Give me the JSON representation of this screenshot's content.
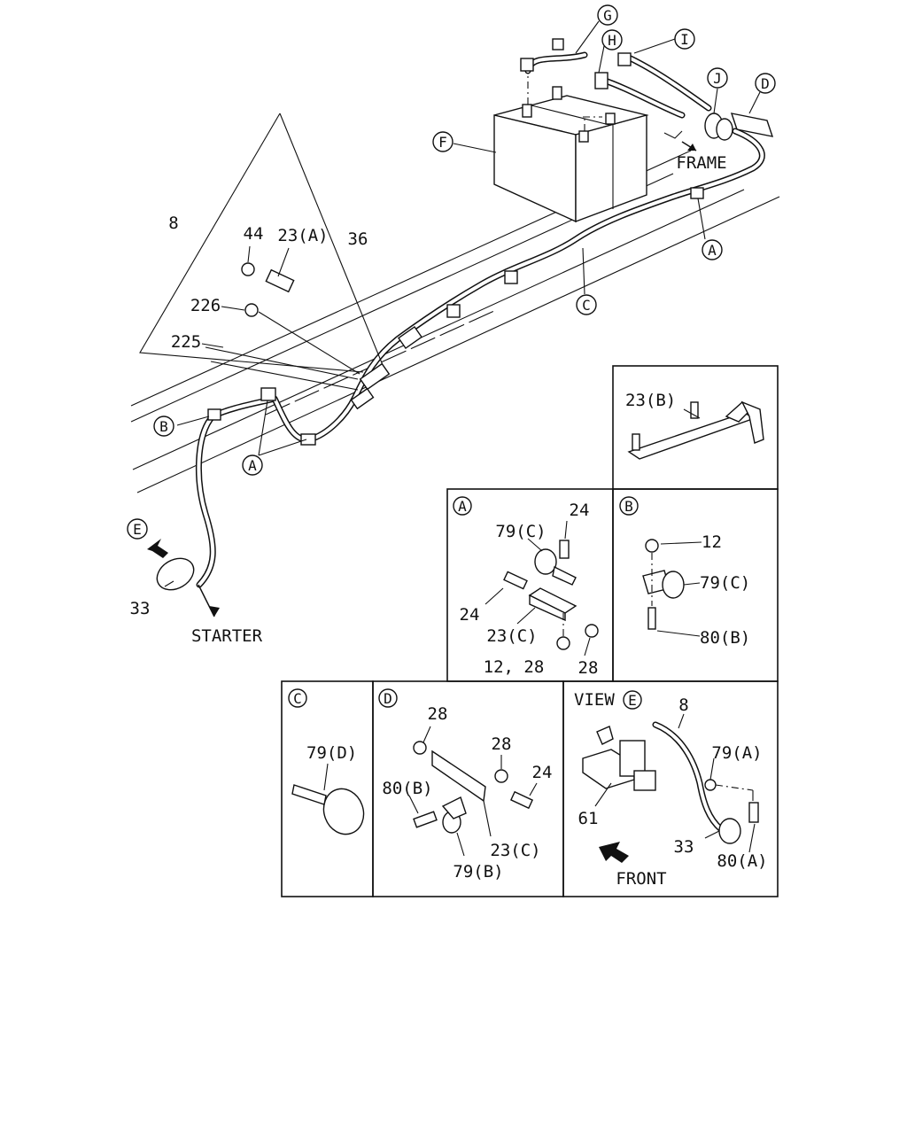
{
  "main_callouts": {
    "g": "G",
    "h": "H",
    "i": "I",
    "j": "J",
    "d": "D",
    "f": "F",
    "frame": "FRAME",
    "a_right": "A",
    "c": "C",
    "n8": "8",
    "n44": "44",
    "n23a": "23(A)",
    "n36": "36",
    "n226": "226",
    "n225": "225",
    "b": "B",
    "a_left": "A",
    "e": "E",
    "n33": "33",
    "starter": "STARTER"
  },
  "detail_23b": {
    "label": "23(B)"
  },
  "detail_a": {
    "title": "A",
    "n24_top": "24",
    "n79c": "79(C)",
    "n24_left": "24",
    "n23c": "23(C)",
    "n12_28": "12, 28",
    "n28": "28"
  },
  "detail_b": {
    "title": "B",
    "n12": "12",
    "n79c": "79(C)",
    "n80b": "80(B)"
  },
  "detail_c": {
    "title": "C",
    "n79d": "79(D)"
  },
  "detail_d": {
    "title": "D",
    "n28_top": "28",
    "n28_mid": "28",
    "n24": "24",
    "n80b": "80(B)",
    "n23c": "23(C)",
    "n79b": "79(B)"
  },
  "detail_e": {
    "view": "VIEW",
    "e": "E",
    "n8": "8",
    "n79a": "79(A)",
    "n61": "61",
    "n33": "33",
    "n80a": "80(A)",
    "front": "FRONT"
  }
}
